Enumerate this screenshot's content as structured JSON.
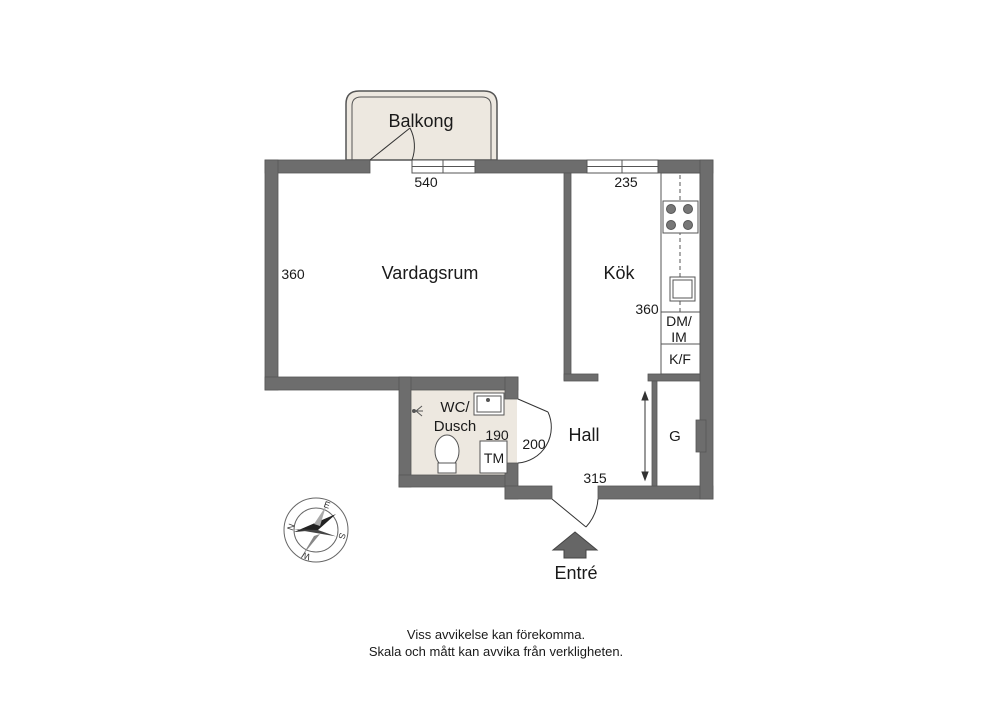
{
  "rooms": {
    "balcony": "Balkong",
    "living": "Vardagsrum",
    "kitchen": "Kök",
    "bath_line1": "WC/",
    "bath_line2": "Dusch",
    "hall": "Hall",
    "closet": "G"
  },
  "appliances": {
    "dishwasher_line1": "DM/",
    "dishwasher_line2": "IM",
    "fridge": "K/F",
    "washer": "TM"
  },
  "dimensions": {
    "living_width": "540",
    "living_depth": "360",
    "kitchen_width": "235",
    "kitchen_depth": "360",
    "bath_width": "190",
    "hall_depth": "200",
    "hall_width": "315"
  },
  "entrance": "Entré",
  "compass": {
    "n": "N",
    "e": "E",
    "s": "S",
    "w": "W"
  },
  "disclaimer": {
    "line1": "Viss avvikelse kan förekomma.",
    "line2": "Skala och mått kan avvika från verkligheten."
  },
  "colors": {
    "wall": "#6d6d6d",
    "balcony_fill": "#ede8e0",
    "bath_fill": "#ede8e0"
  }
}
